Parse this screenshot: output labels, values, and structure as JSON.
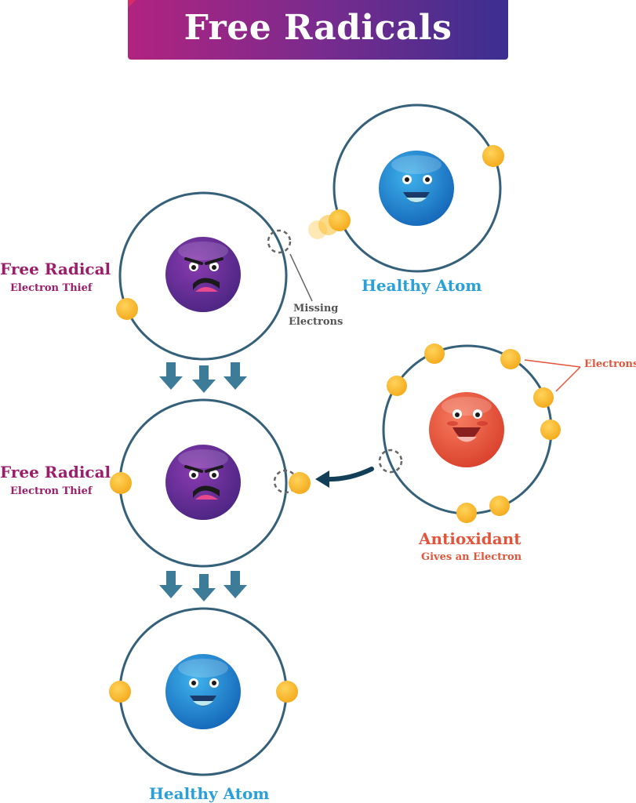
{
  "title": "Free Radicals",
  "labels": {
    "free_radical_1": "Free Radical",
    "electron_thief_1": "Electron Thief",
    "free_radical_2": "Free Radical",
    "electron_thief_2": "Electron Thief",
    "healthy_atom_top": "Healthy Atom",
    "healthy_atom_bottom": "Healthy Atom",
    "missing_electrons": [
      "Missing",
      "Electrons"
    ],
    "electrons": "Electrons",
    "antioxidant": "Antioxidant",
    "gives_an_electron": "Gives an Electron"
  },
  "colors": {
    "orbit": "#35607a",
    "electron": "#fbbd2c",
    "free_radical_core": "#6a2a92",
    "healthy_core": "#1f8fd4",
    "antioxidant_core": "#e9573f",
    "arrow": "#3d7c99",
    "free_radical_text": "#9c1d6a",
    "healthy_text": "#2aa0d8",
    "antioxidant_text": "#e2553a"
  },
  "icons": [
    "free-radical-face",
    "healthy-atom-face",
    "antioxidant-face",
    "down-arrow",
    "transfer-arrow"
  ]
}
